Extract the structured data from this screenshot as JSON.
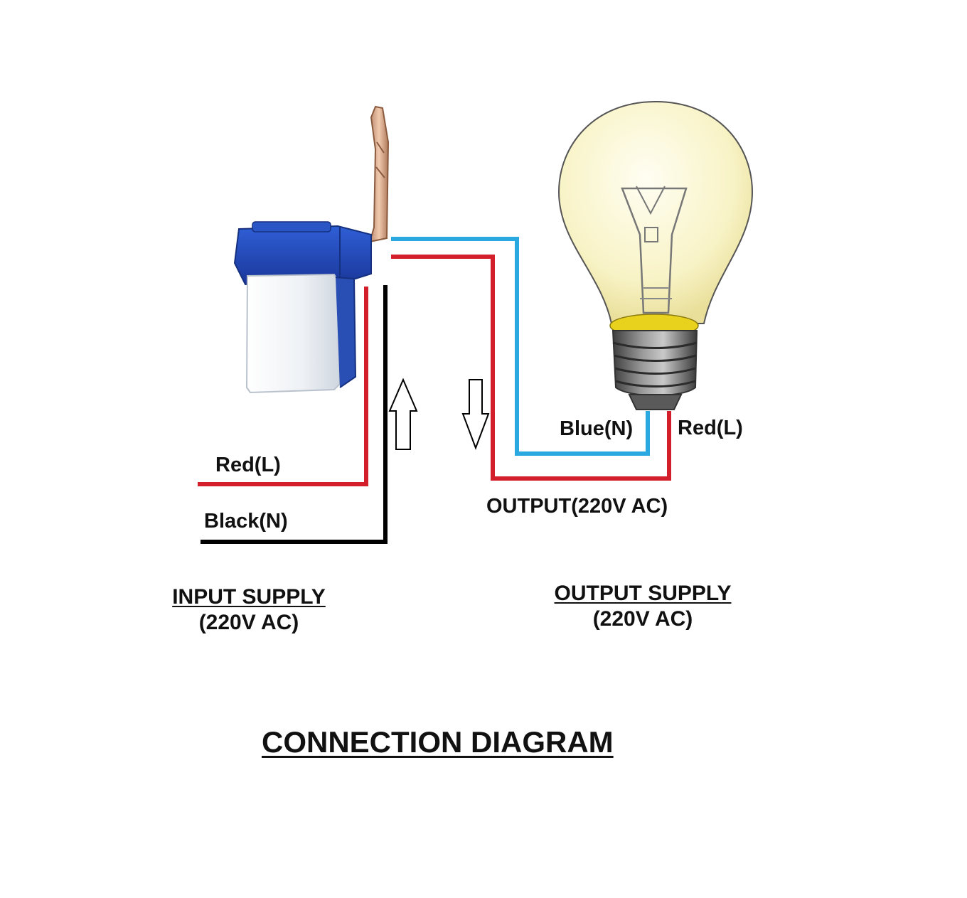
{
  "diagram": {
    "title": "CONNECTION DIAGRAM",
    "input_wires": {
      "red_label": "Red(L)",
      "black_label": "Black(N)"
    },
    "output_wires": {
      "blue_label": "Blue(N)",
      "red_label": "Red(L)",
      "output_label": "OUTPUT(220V AC)"
    },
    "input_supply": {
      "heading": "INPUT SUPPLY",
      "voltage": "(220V AC)"
    },
    "output_supply": {
      "heading": "OUTPUT SUPPLY",
      "voltage": "(220V AC)"
    }
  },
  "colors": {
    "live_wire": "#d21f2b",
    "neutral_input_wire": "#000000",
    "neutral_output_wire": "#2aa8e0",
    "sensor_body": "#2147b8",
    "sensor_cover": "#eef1f5",
    "bulb_glass": "#fbf8d8",
    "bulb_base": "#6d6d6d"
  },
  "icons": [
    "photocell-sensor-icon",
    "light-bulb-icon",
    "up-arrow-icon",
    "down-arrow-icon"
  ]
}
